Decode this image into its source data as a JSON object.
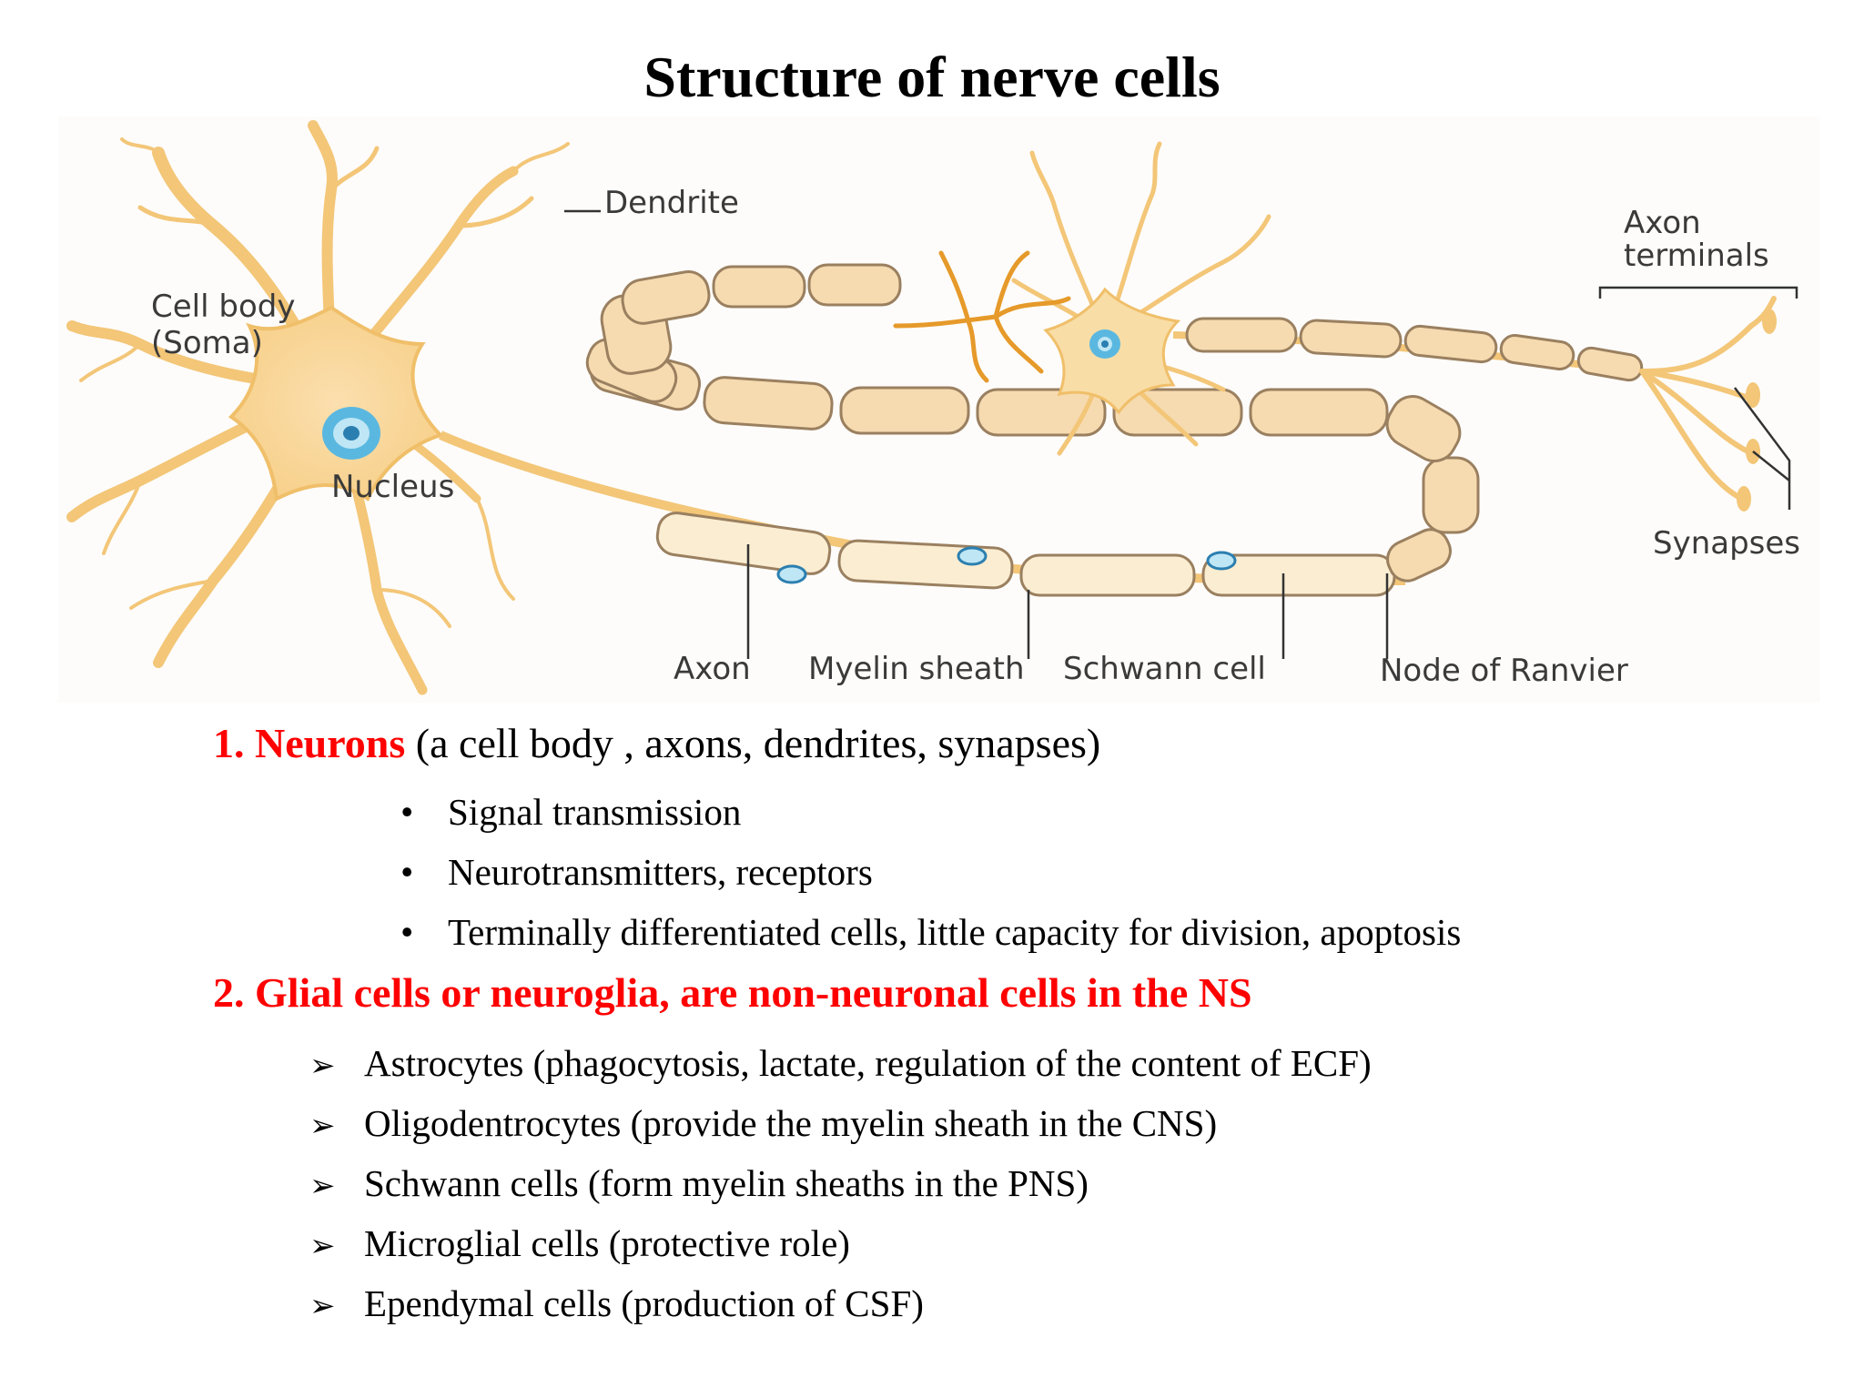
{
  "title": "Structure of nerve cells",
  "diagram": {
    "labels": {
      "dendrite": "Dendrite",
      "cell_body_1": "Cell body",
      "cell_body_2": "(Soma)",
      "nucleus": "Nucleus",
      "axon_terminals_1": "Axon",
      "axon_terminals_2": "terminals",
      "synapses": "Synapses",
      "axon": "Axon",
      "myelin_sheath": "Myelin sheath",
      "schwann_cell": "Schwann cell",
      "node_of_ranvier": "Node of Ranvier"
    },
    "colors": {
      "neuron": "#f5cc7d",
      "soma_fill": "#fbe5bf",
      "myelin": "#f6dbb0",
      "myelin_stroke": "#9a8060",
      "nucleus": "#5ab8e0",
      "dendrite_orange": "#e69a2a"
    }
  },
  "section1": {
    "heading": "1. Neurons",
    "detail": " (a cell body , axons, dendrites, synapses)",
    "bullets": [
      "Signal transmission",
      "Neurotransmitters, receptors",
      "Terminally differentiated cells, little capacity for division, apoptosis"
    ]
  },
  "section2": {
    "heading": "2. Glial cells or neuroglia, are non-neuronal cells in the NS",
    "items": [
      "Astrocytes (phagocytosis, lactate, regulation of the content of ECF)",
      "Oligodentrocytes (provide the myelin sheath in the CNS)",
      "Schwann cells (form myelin sheaths in the PNS)",
      "Microglial cells (protective role)",
      "Ependymal cells (production of CSF)"
    ]
  }
}
